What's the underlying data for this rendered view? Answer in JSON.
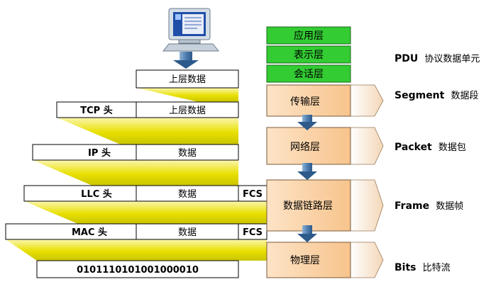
{
  "encapsulation": {
    "upper_data_row": {
      "data": "上层数据"
    },
    "tcp_row": {
      "header": "TCP 头",
      "data": "上层数据"
    },
    "ip_row": {
      "header": "IP 头",
      "data": "数据"
    },
    "llc_row": {
      "header": "LLC 头",
      "data": "数据",
      "trailer": "FCS"
    },
    "mac_row": {
      "header": "MAC 头",
      "data": "数据",
      "trailer": "FCS"
    },
    "bits_row": {
      "data": "0101110101001000010"
    }
  },
  "layers": {
    "application": "应用层",
    "presentation": "表示层",
    "session": "会话层",
    "transport": "传输层",
    "network": "网络层",
    "datalink": "数据链路层",
    "physical": "物理层"
  },
  "pdu": {
    "pdu": {
      "term": "PDU",
      "desc": "协议数据单元"
    },
    "segment": {
      "term": "Segment",
      "desc": "数据段"
    },
    "packet": {
      "term": "Packet",
      "desc": "数据包"
    },
    "frame": {
      "term": "Frame",
      "desc": "数据帧"
    },
    "bits": {
      "term": "Bits",
      "desc": "比特流"
    }
  },
  "colors": {
    "yellow": "#e8e000",
    "upper_layer_green": "#33cc33",
    "lower_layer_peach": "#fbd0a0",
    "arrow_blue": "#4f7fb0"
  },
  "icons": {
    "computer": "computer-icon"
  }
}
